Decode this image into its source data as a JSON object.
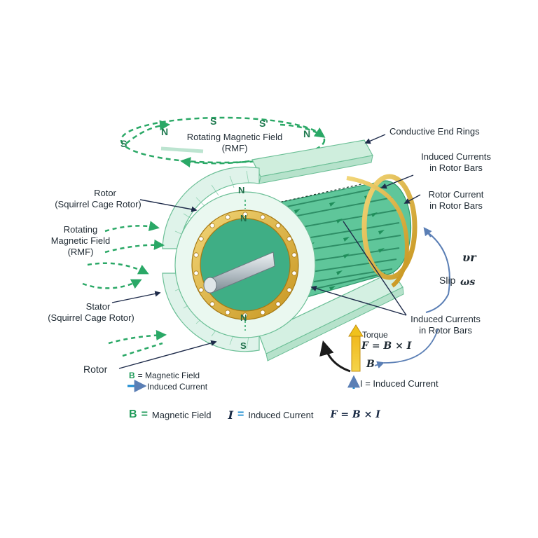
{
  "rmf_top": {
    "title": "Rotating Magnetic Field",
    "subtitle": "(RMF)",
    "poles": [
      "S",
      "N",
      "S",
      "S'",
      "N"
    ]
  },
  "labels": {
    "end_rings": "Conductive End Rings",
    "induced_top_1": "Induced Currents",
    "induced_top_2": "in Rotor Bars",
    "rotor_current_1": "Rotor Current",
    "rotor_current_2": "in Rotor Bars",
    "rotor_1": "Rotor",
    "rotor_2": "(Squirrel Cage Rotor)",
    "rmf_left_1": "Rotating",
    "rmf_left_2": "Magnetic Field",
    "rmf_left_3": "(RMF)",
    "stator_1": "Stator",
    "stator_2": "(Squirrel Cage Rotor)",
    "rotor_bottom": "Rotor",
    "induced_mid_1": "Induced Currents",
    "induced_mid_2": "in Rotor Bars",
    "slip": "Slip",
    "omega_r": "υr",
    "omega_s": "ωs",
    "torque": "Torque",
    "force_eq": "F = B × I",
    "b_arrow": "B",
    "i_induced": "I = Induced Current"
  },
  "poles": {
    "outer_top": "N",
    "inner_top": "N",
    "inner_bottom": "N",
    "outer_bottom": "S"
  },
  "small_legend": {
    "b_symbol": "B",
    "b_text": "= Magnetic Field",
    "i_text": "Induced Current"
  },
  "bottom_legend": {
    "b_symbol": "B",
    "b_eq": "=",
    "b_text": "Magnetic Field",
    "i_symbol": "I",
    "i_eq": "=",
    "i_text": "Induced Current",
    "f_eq": "F = B × I"
  },
  "colors": {
    "green": "#2aa866",
    "stator_fill": "#dff3ea",
    "gold": "#d4a92c",
    "blue_arrow": "#1a8bd0",
    "torque": "#f0c21c",
    "shaft": "#b8c2c8"
  }
}
